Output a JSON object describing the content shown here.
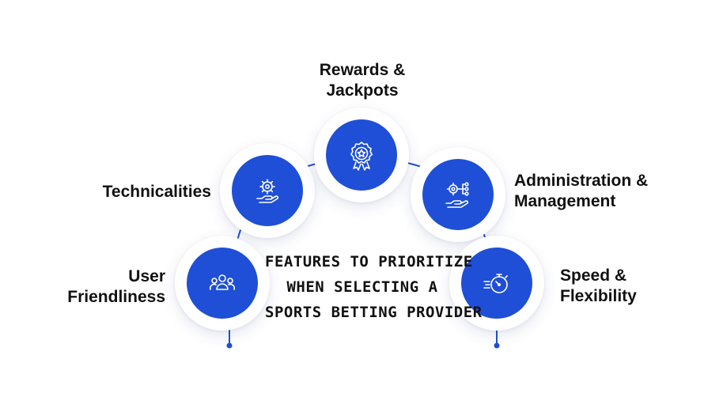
{
  "center_title": {
    "line1": "FEATURES TO PRIORITIZE",
    "line2": "WHEN SELECTING A",
    "line3": "SPORTS BETTING PROVIDER"
  },
  "features": {
    "user_friendliness": {
      "line1": "User",
      "line2": "Friendliness",
      "icon": "users-group-icon"
    },
    "technicalities": {
      "line1": "Technicalities",
      "icon": "gear-hand-icon"
    },
    "rewards_jackpots": {
      "line1": "Rewards &",
      "line2": "Jackpots",
      "icon": "award-badge-icon"
    },
    "administration_management": {
      "line1": "Administration &",
      "line2": "Management",
      "icon": "gear-network-hand-icon"
    },
    "speed_flexibility": {
      "line1": "Speed &",
      "line2": "Flexibility",
      "icon": "stopwatch-speed-icon"
    }
  },
  "colors": {
    "accent": "#1f4fd6",
    "text": "#111111",
    "background": "#ffffff"
  }
}
